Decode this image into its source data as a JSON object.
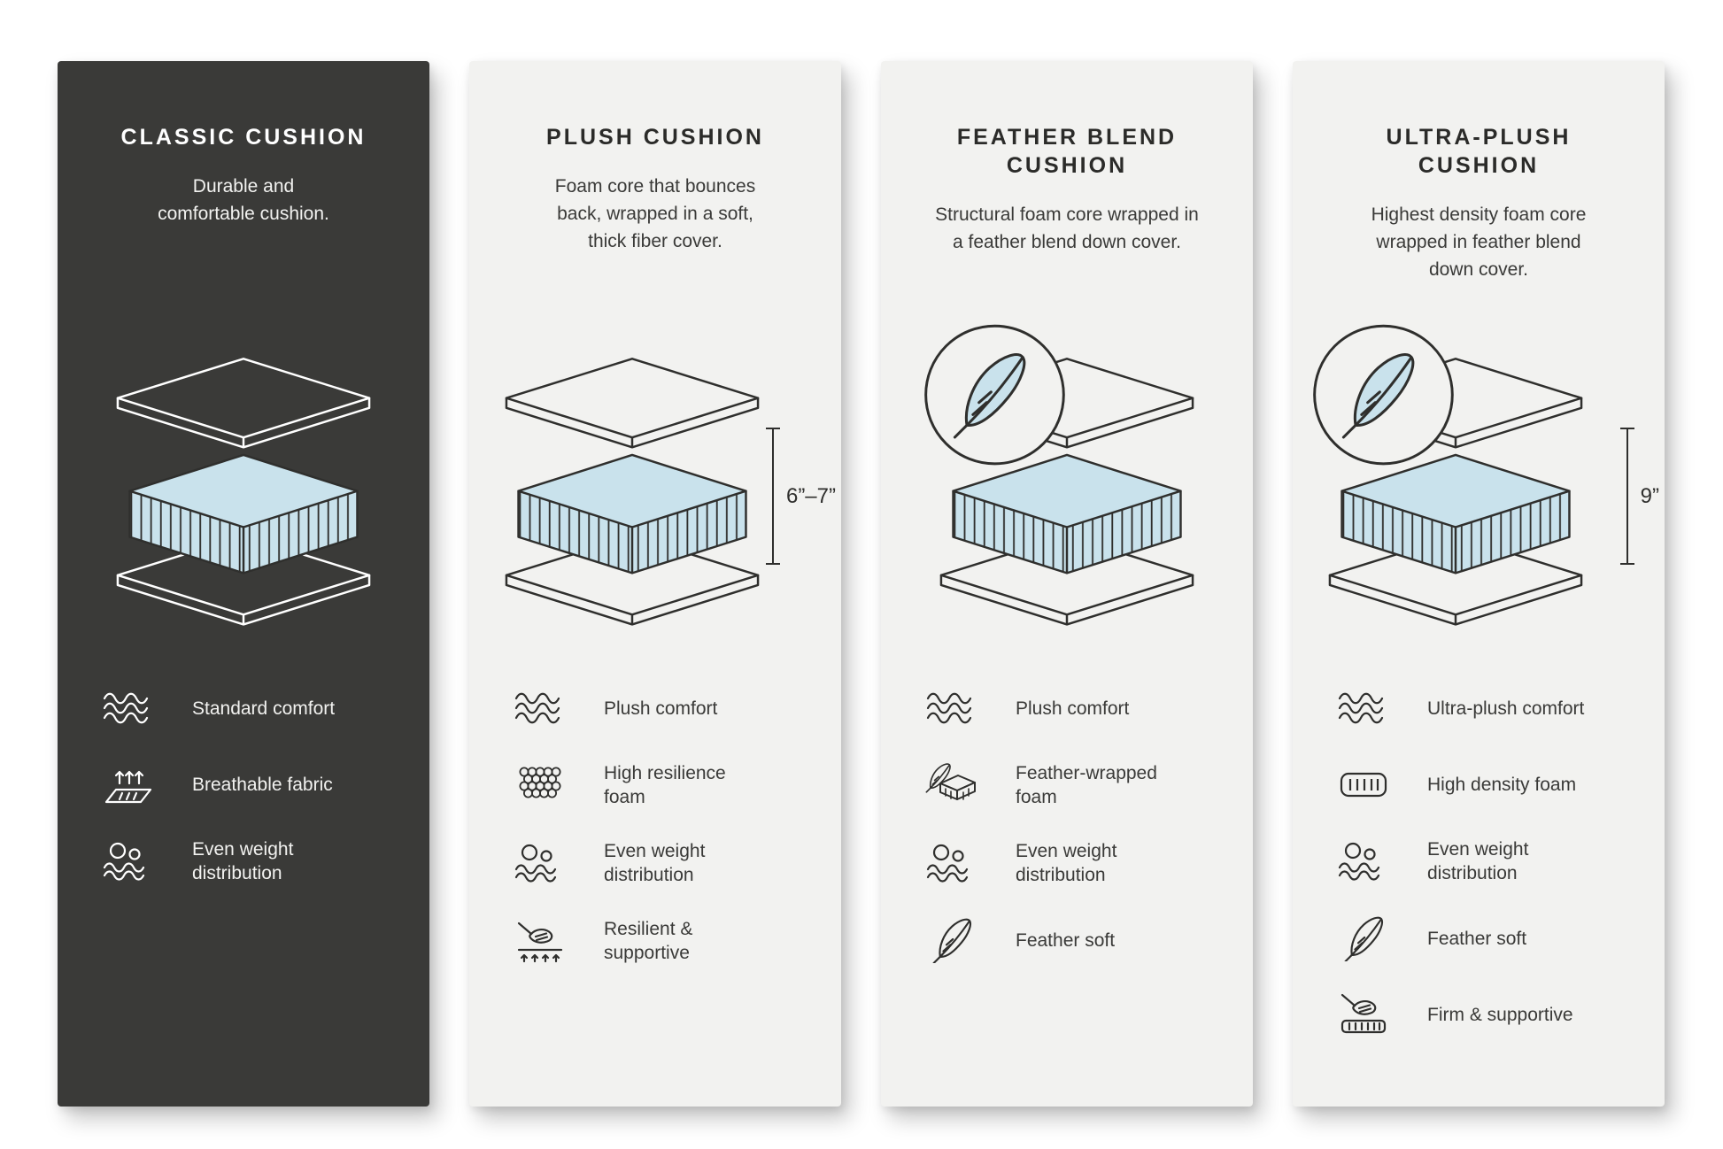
{
  "colors": {
    "page_bg": "#ffffff",
    "dark_panel": "#3a3a38",
    "light_panel": "#f2f2f0",
    "outline_on_dark": "#ffffff",
    "outline_on_light": "#2f2f2d",
    "foam_blue": "#c9e2ec"
  },
  "cards": [
    {
      "id": "classic",
      "theme": "dark",
      "title": [
        "CLASSIC CUSHION"
      ],
      "description": [
        "Durable and",
        "comfortable cushion."
      ],
      "diagram": {
        "feather_badge": false,
        "height_label": ""
      },
      "features": [
        {
          "icon": "waves-icon",
          "label": [
            "Standard comfort"
          ]
        },
        {
          "icon": "breathable-fabric-icon",
          "label": [
            "Breathable fabric"
          ]
        },
        {
          "icon": "even-weight-icon",
          "label": [
            "Even weight",
            "distribution"
          ]
        }
      ]
    },
    {
      "id": "plush",
      "theme": "light",
      "title": [
        "PLUSH CUSHION"
      ],
      "description": [
        "Foam core that bounces",
        "back, wrapped in a soft,",
        "thick fiber cover."
      ],
      "diagram": {
        "feather_badge": false,
        "height_label": "6”–7”"
      },
      "features": [
        {
          "icon": "waves-icon",
          "label": [
            "Plush comfort"
          ]
        },
        {
          "icon": "resilience-foam-icon",
          "label": [
            "High resilience",
            "foam"
          ]
        },
        {
          "icon": "even-weight-icon",
          "label": [
            "Even weight",
            "distribution"
          ]
        },
        {
          "icon": "hand-press-icon",
          "label": [
            "Resilient &",
            "supportive"
          ]
        }
      ]
    },
    {
      "id": "feather-blend",
      "theme": "light",
      "title": [
        "FEATHER BLEND",
        "CUSHION"
      ],
      "description": [
        "Structural foam core wrapped in",
        "a feather blend down cover."
      ],
      "diagram": {
        "feather_badge": true,
        "height_label": ""
      },
      "features": [
        {
          "icon": "waves-icon",
          "label": [
            "Plush comfort"
          ]
        },
        {
          "icon": "feather-wrapped-foam-icon",
          "label": [
            "Feather-wrapped",
            "foam"
          ]
        },
        {
          "icon": "even-weight-icon",
          "label": [
            "Even weight",
            "distribution"
          ]
        },
        {
          "icon": "feather-icon",
          "label": [
            "Feather soft"
          ]
        }
      ]
    },
    {
      "id": "ultra-plush",
      "theme": "light",
      "title": [
        "ULTRA-PLUSH",
        "CUSHION"
      ],
      "description": [
        "Highest density foam core",
        "wrapped in feather blend",
        "down cover."
      ],
      "diagram": {
        "feather_badge": true,
        "height_label": "9”"
      },
      "features": [
        {
          "icon": "waves-icon",
          "label": [
            "Ultra-plush comfort"
          ]
        },
        {
          "icon": "density-foam-icon",
          "label": [
            "High density foam"
          ]
        },
        {
          "icon": "even-weight-icon",
          "label": [
            "Even weight",
            "distribution"
          ]
        },
        {
          "icon": "feather-icon",
          "label": [
            "Feather soft"
          ]
        },
        {
          "icon": "firm-press-icon",
          "label": [
            "Firm & supportive"
          ]
        }
      ]
    }
  ]
}
